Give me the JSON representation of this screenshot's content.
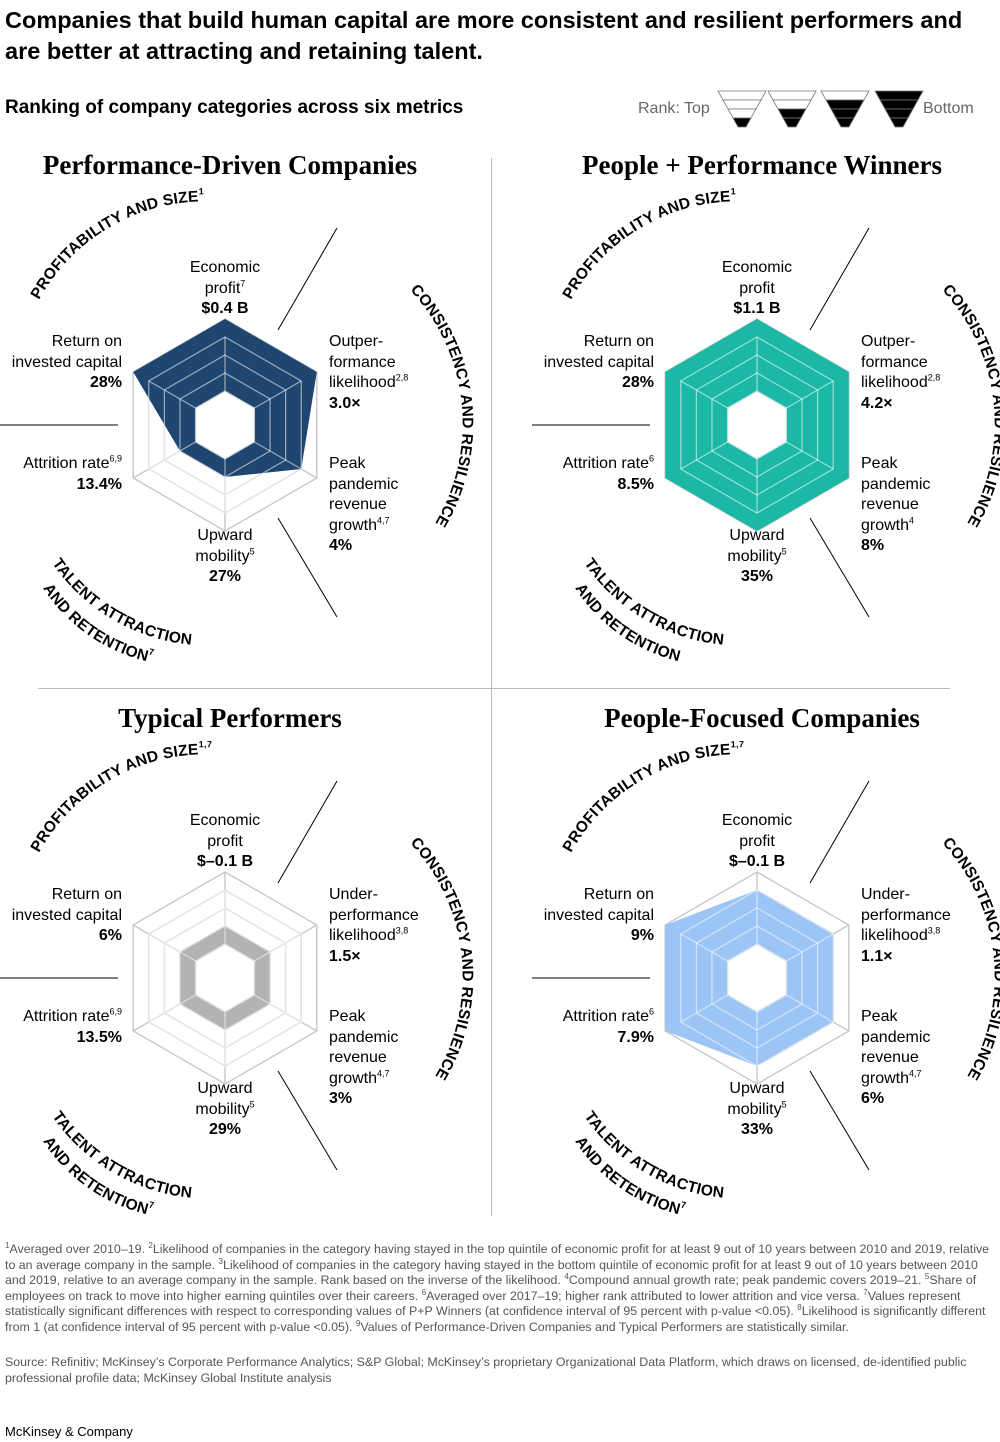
{
  "headline": "Companies that build human capital are more consistent and resilient performers and are better at attracting and retaining talent.",
  "subtitle": "Ranking of company categories across six metrics",
  "legend": {
    "top_label": "Rank: Top",
    "bottom_label": "Bottom",
    "rank_levels": [
      1,
      2,
      3,
      4
    ]
  },
  "colors": {
    "performance_driven": "#1f4670",
    "people_performance": "#1bb8a6",
    "typical": "#b3b3b3",
    "people_focused": "#9cc4f5",
    "grid": "#c8c8c8"
  },
  "categories": {
    "profitability": "PROFITABILITY AND SIZE",
    "consistency": "CONSISTENCY AND RESILIENCE",
    "talent_line1": "TALENT ATTRACTION",
    "talent_line2": "AND RETENTION"
  },
  "chart_data": [
    {
      "type": "radar",
      "title": "Performance-Driven Companies",
      "profitability_sup": "1",
      "talent_sup": "7",
      "color": "#1f4670",
      "axes": [
        "Economic profit",
        "Outperformance likelihood",
        "Peak pandemic revenue growth",
        "Upward mobility",
        "Attrition rate",
        "Return on invested capital"
      ],
      "rank_level": [
        4,
        4,
        3,
        1,
        1,
        4
      ],
      "metrics": [
        {
          "lines": [
            "Economic",
            "profit"
          ],
          "sup": "7",
          "value": "$0.4 B"
        },
        {
          "lines": [
            "Outper-",
            "formance",
            "likelihood"
          ],
          "sup": "2,8",
          "value": "3.0×"
        },
        {
          "lines": [
            "Peak",
            "pandemic",
            "revenue",
            "growth"
          ],
          "sup": "4,7",
          "value": "4%"
        },
        {
          "lines": [
            "Upward",
            "mobility"
          ],
          "sup": "5",
          "value": "27%"
        },
        {
          "lines": [
            "Attrition rate"
          ],
          "sup": "6,9",
          "value": "13.4%"
        },
        {
          "lines": [
            "Return on",
            "invested capital"
          ],
          "sup": "",
          "value": "28%"
        }
      ]
    },
    {
      "type": "radar",
      "title": "People + Performance Winners",
      "profitability_sup": "1",
      "talent_sup": "",
      "color": "#1bb8a6",
      "axes": [
        "Economic profit",
        "Outperformance likelihood",
        "Peak pandemic revenue growth",
        "Upward mobility",
        "Attrition rate",
        "Return on invested capital"
      ],
      "rank_level": [
        4,
        4,
        4,
        4,
        4,
        4
      ],
      "metrics": [
        {
          "lines": [
            "Economic",
            "profit"
          ],
          "sup": "",
          "value": "$1.1 B"
        },
        {
          "lines": [
            "Outper-",
            "formance",
            "likelihood"
          ],
          "sup": "2,8",
          "value": "4.2×"
        },
        {
          "lines": [
            "Peak",
            "pandemic",
            "revenue",
            "growth"
          ],
          "sup": "4",
          "value": "8%"
        },
        {
          "lines": [
            "Upward",
            "mobility"
          ],
          "sup": "5",
          "value": "35%"
        },
        {
          "lines": [
            "Attrition rate"
          ],
          "sup": "6",
          "value": "8.5%"
        },
        {
          "lines": [
            "Return on",
            "invested capital"
          ],
          "sup": "",
          "value": "28%"
        }
      ]
    },
    {
      "type": "radar",
      "title": "Typical Performers",
      "profitability_sup": "1,7",
      "talent_sup": "7",
      "color": "#b3b3b3",
      "axes": [
        "Economic profit",
        "Underperformance likelihood",
        "Peak pandemic revenue growth",
        "Upward mobility",
        "Attrition rate",
        "Return on invested capital"
      ],
      "rank_level": [
        1,
        1,
        1,
        1,
        1,
        1
      ],
      "metrics": [
        {
          "lines": [
            "Economic",
            "profit"
          ],
          "sup": "",
          "value": "$–0.1 B"
        },
        {
          "lines": [
            "Under-",
            "performance",
            "likelihood"
          ],
          "sup": "3,8",
          "value": "1.5×"
        },
        {
          "lines": [
            "Peak",
            "pandemic",
            "revenue",
            "growth"
          ],
          "sup": "4,7",
          "value": "3%"
        },
        {
          "lines": [
            "Upward",
            "mobility"
          ],
          "sup": "5",
          "value": "29%"
        },
        {
          "lines": [
            "Attrition rate"
          ],
          "sup": "6,9",
          "value": "13.5%"
        },
        {
          "lines": [
            "Return on",
            "invested capital"
          ],
          "sup": "",
          "value": "6%"
        }
      ]
    },
    {
      "type": "radar",
      "title": "People-Focused Companies",
      "profitability_sup": "1,7",
      "talent_sup": "7",
      "color": "#9cc4f5",
      "axes": [
        "Economic profit",
        "Underperformance likelihood",
        "Peak pandemic revenue growth",
        "Upward mobility",
        "Attrition rate",
        "Return on invested capital"
      ],
      "rank_level": [
        3,
        3,
        3,
        3,
        4,
        4
      ],
      "metrics": [
        {
          "lines": [
            "Economic",
            "profit"
          ],
          "sup": "",
          "value": "$–0.1 B"
        },
        {
          "lines": [
            "Under-",
            "performance",
            "likelihood"
          ],
          "sup": "3,8",
          "value": "1.1×"
        },
        {
          "lines": [
            "Peak",
            "pandemic",
            "revenue",
            "growth"
          ],
          "sup": "4,7",
          "value": "6%"
        },
        {
          "lines": [
            "Upward",
            "mobility"
          ],
          "sup": "5",
          "value": "33%"
        },
        {
          "lines": [
            "Attrition rate"
          ],
          "sup": "6",
          "value": "7.9%"
        },
        {
          "lines": [
            "Return on",
            "invested capital"
          ],
          "sup": "",
          "value": "9%"
        }
      ]
    }
  ],
  "footnotes": [
    {
      "n": "1",
      "text": "Averaged over 2010–19. "
    },
    {
      "n": "2",
      "text": "Likelihood of companies in the category having stayed in the top quintile of economic profit for at least 9 out of 10 years between 2010 and 2019, relative to an average company in the sample. "
    },
    {
      "n": "3",
      "text": "Likelihood of companies in the category having stayed in the bottom quintile of economic profit for at least 9 out of 10 years between 2010 and 2019, relative to an average company in the sample. Rank based on the inverse of the likelihood. "
    },
    {
      "n": "4",
      "text": "Compound annual growth rate; peak pandemic covers 2019–21. "
    },
    {
      "n": "5",
      "text": "Share of employees on track to move into higher earning quintiles over their careers. "
    },
    {
      "n": "6",
      "text": "Averaged over 2017–19; higher rank attributed to lower attrition and vice versa. "
    },
    {
      "n": "7",
      "text": "Values represent statistically significant differences with respect to corresponding values of P+P Winners (at confidence interval of 95 percent with p-value <0.05). "
    },
    {
      "n": "8",
      "text": "Likelihood is significantly different from 1 (at confidence interval of 95 percent with p-value <0.05). "
    },
    {
      "n": "9",
      "text": "Values of Performance-Driven Companies and Typical Performers are statistically similar."
    }
  ],
  "source": "Source: Refinitiv; McKinsey’s Corporate Performance Analytics; S&P Global; McKinsey’s proprietary Organizational Data Platform, which draws on licensed, de-identified public professional profile data; McKinsey Global Institute analysis",
  "brand": "McKinsey & Company"
}
